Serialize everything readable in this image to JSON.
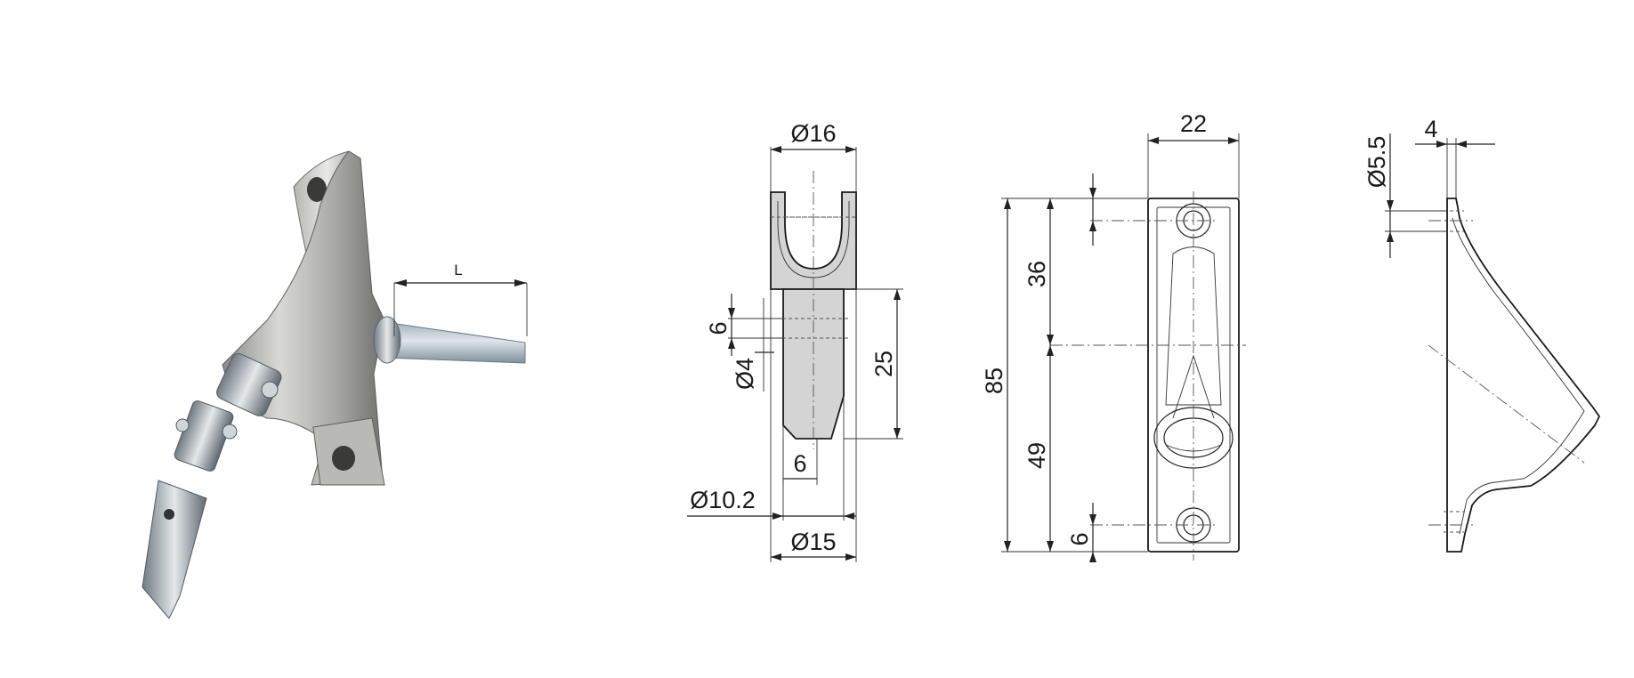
{
  "photo": {
    "length_label": "L"
  },
  "pin_view": {
    "dims": {
      "d16": "Ø16",
      "h6": "6",
      "d4": "Ø4",
      "h25": "25",
      "w6": "6",
      "d10_2": "Ø10.2",
      "d15": "Ø15"
    }
  },
  "front_view": {
    "dims": {
      "w22": "22",
      "h36": "36",
      "h85": "85",
      "h49": "49",
      "h6": "6"
    }
  },
  "side_view": {
    "dims": {
      "d5_5": "Ø5.5",
      "w4": "4"
    }
  },
  "colors": {
    "metal_light": "#e6e6e4",
    "metal_dark": "#7d7d7a",
    "section_fill": "#d4d4d4",
    "rod": "#b9c2c9"
  }
}
